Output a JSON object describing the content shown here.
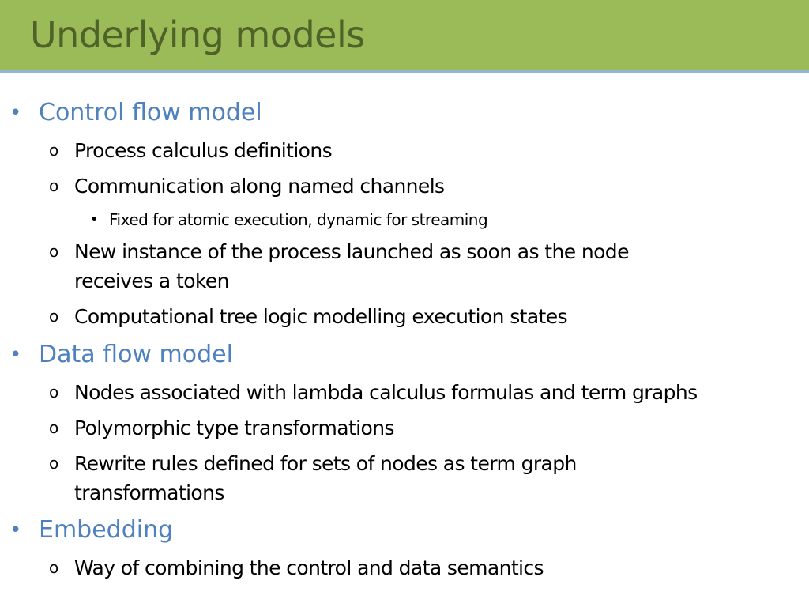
{
  "slide": {
    "title": "Underlying models"
  },
  "bullets": {
    "l1": "•",
    "l2": "o",
    "l3": "•"
  },
  "items": [
    {
      "level": 1,
      "text": "Control flow model"
    },
    {
      "level": 2,
      "text": "Process calculus definitions"
    },
    {
      "level": 2,
      "text": "Communication along named channels"
    },
    {
      "level": 3,
      "text": "Fixed for atomic execution, dynamic for streaming"
    },
    {
      "level": 2,
      "text": "New instance of the process launched as soon as the node",
      "text2": "receives a token"
    },
    {
      "level": 2,
      "text": "Computational tree logic modelling execution states"
    },
    {
      "level": 1,
      "text": "Data flow model"
    },
    {
      "level": 2,
      "text": "Nodes associated with lambda calculus formulas and term graphs"
    },
    {
      "level": 2,
      "text": "Polymorphic type transformations"
    },
    {
      "level": 2,
      "text": "Rewrite rules defined for sets of nodes as term graph",
      "text2": "transformations"
    },
    {
      "level": 1,
      "text": "Embedding"
    },
    {
      "level": 2,
      "text": "Way of combining the control and data semantics"
    }
  ],
  "colors": {
    "title_bar": "#9bbb59",
    "title_text": "#4f6228",
    "level1_text": "#4f81bd",
    "body_text": "#000000"
  }
}
